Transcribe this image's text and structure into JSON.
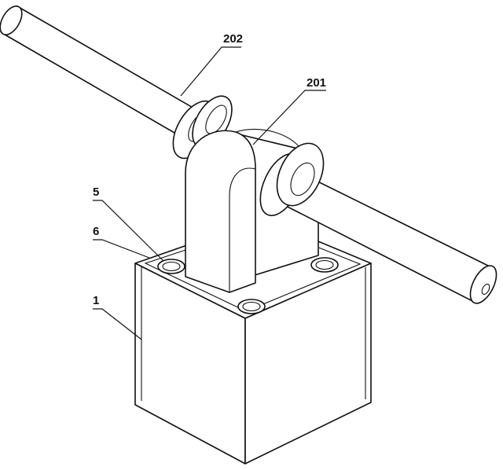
{
  "labels": {
    "rod": "202",
    "bracket": "201",
    "bolt_hole": "5",
    "plate_edge": "6",
    "base": "1"
  }
}
